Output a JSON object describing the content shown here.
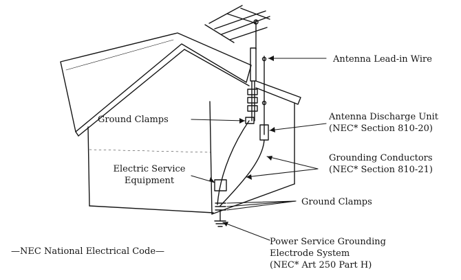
{
  "labels": {
    "antenna_lead_in": "Antenna Lead-in Wire",
    "antenna_discharge": [
      "Antenna Discharge Unit",
      "(NEC* Section 810-20)"
    ],
    "grounding_conductors": [
      "Grounding Conductors",
      "(NEC* Section 810-21)"
    ],
    "ground_clamps_upper": "Ground Clamps",
    "ground_clamps_lower": "Ground Clamps",
    "electric_service": [
      "Electric Service",
      "Equipment"
    ],
    "power_service": [
      "Power Service Grounding",
      "Electrode System",
      "(NEC* Art 250 Part H)"
    ],
    "footnote": "—NEC National Electrical Code—"
  },
  "colors": {
    "ink": "#141414",
    "background": "#ffffff"
  }
}
